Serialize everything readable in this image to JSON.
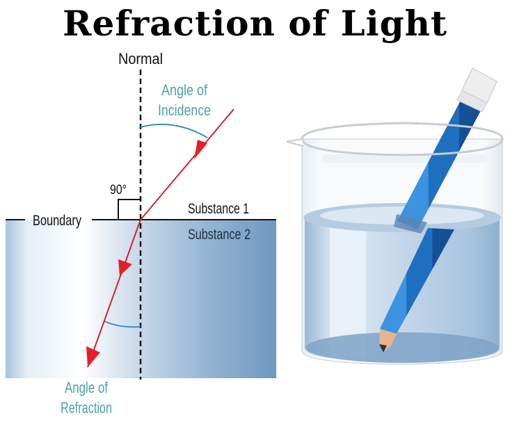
{
  "title": "Refraction of Light",
  "diagram": {
    "labels": {
      "normal": "Normal",
      "angle_incidence_line1": "Angle of",
      "angle_incidence_line2": "Incidence",
      "right_angle": "90°",
      "boundary": "Boundary",
      "substance1": "Substance 1",
      "substance2": "Substance 2",
      "angle_refraction_line1": "Angle of",
      "angle_refraction_line2": "Refraction"
    },
    "colors": {
      "ray": "#e0202c",
      "arc": "#3b8fb5",
      "label_teal": "#4aa3a8",
      "text_dark": "#111111",
      "substance2_dark": "#6f98c0",
      "substance2_light": "#ffffff",
      "substance2_label": "#1a2c44"
    }
  },
  "illustration": {
    "subject": "pencil in beaker of water",
    "colors": {
      "pencil_blue": "#1f6fc0",
      "pencil_dark": "#154f96",
      "pencil_light": "#3d93e0",
      "eraser": "#eeeeee",
      "tip_wood": "#e6b48e",
      "water": "#b9d0e6"
    }
  }
}
